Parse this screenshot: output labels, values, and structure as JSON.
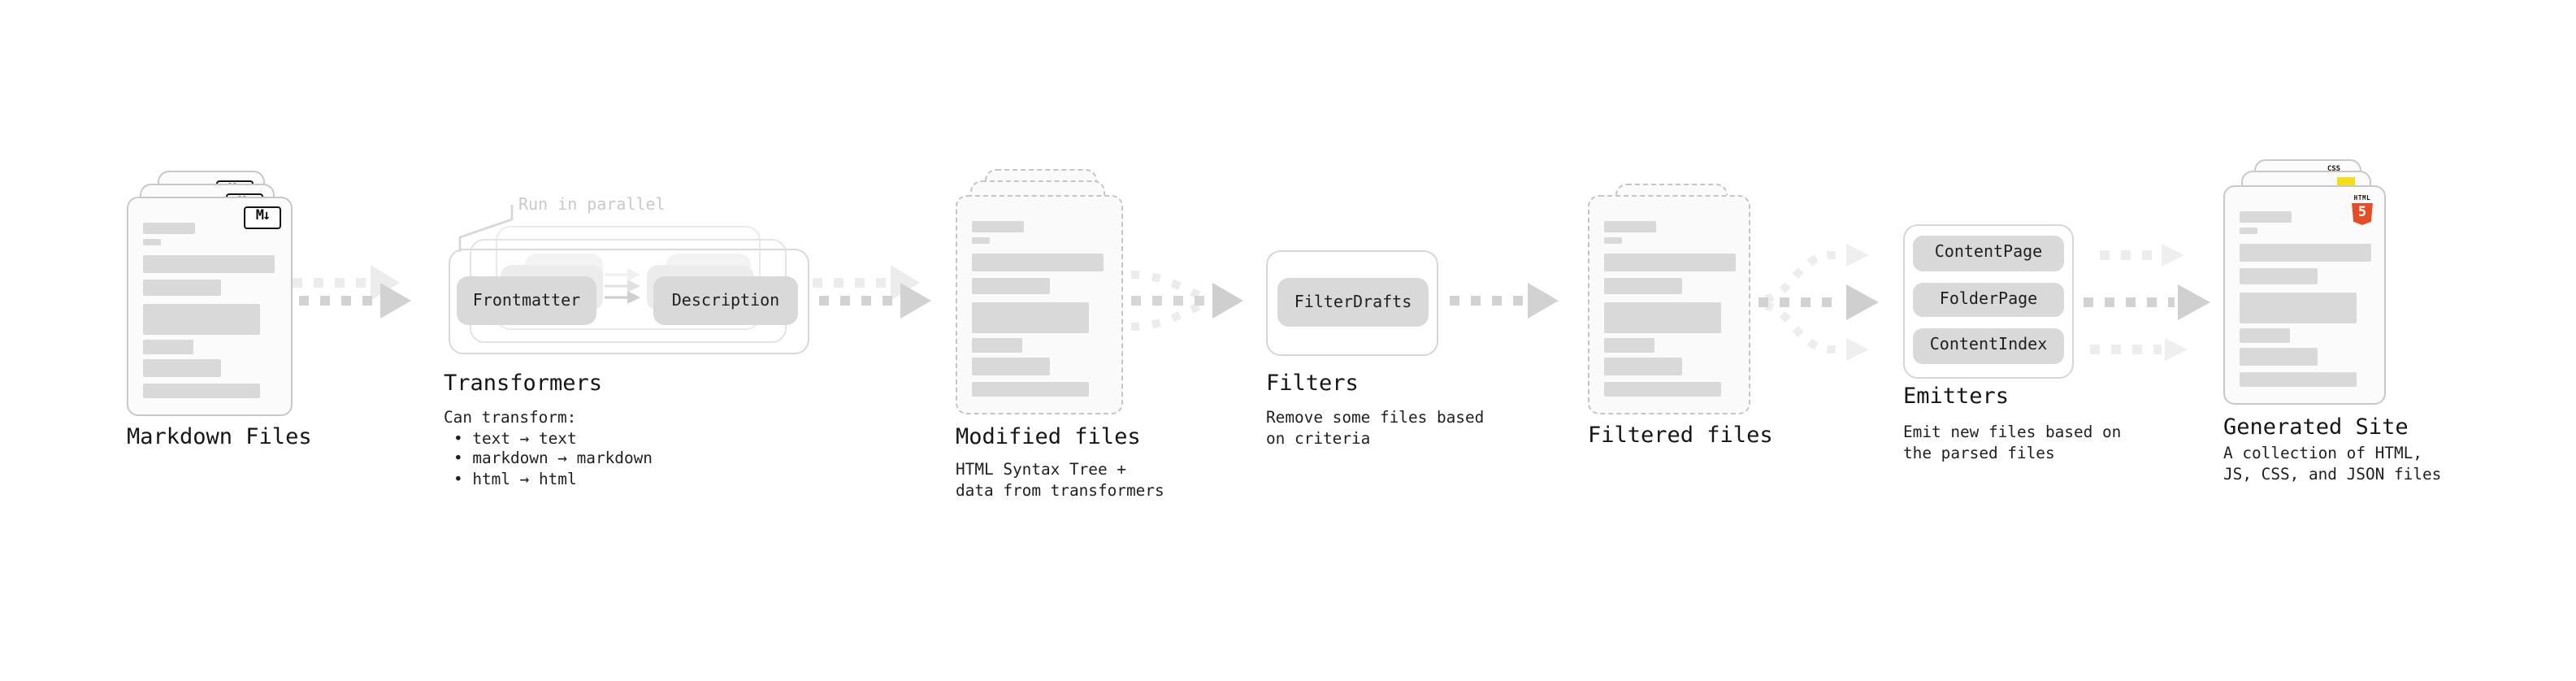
{
  "pipeline": {
    "markdown_files": {
      "label": "Markdown Files",
      "file_badge": "M↓"
    },
    "transformers": {
      "heading": "Transformers",
      "annotation": "Run in parallel",
      "button_left": "Frontmatter",
      "button_right": "Description",
      "sub_heading": "Can transform:",
      "bullets": [
        "• text → text",
        "• markdown → markdown",
        "• html → html"
      ]
    },
    "modified_files": {
      "label": "Modified files",
      "sub1": "HTML Syntax Tree +",
      "sub2": "data from transformers"
    },
    "filters": {
      "heading": "Filters",
      "button": "FilterDrafts",
      "sub1": "Remove some files based",
      "sub2": "on criteria"
    },
    "filtered_files": {
      "label": "Filtered files"
    },
    "emitters": {
      "heading": "Emitters",
      "buttons": [
        "ContentPage",
        "FolderPage",
        "ContentIndex"
      ],
      "sub1": "Emit new files based on",
      "sub2": "the parsed files"
    },
    "generated_site": {
      "label": "Generated Site",
      "sub1": "A collection of HTML,",
      "sub2": "JS, CSS, and JSON files",
      "css_badge": "CSS",
      "html_badge_label": "HTML",
      "html_badge_number": "5"
    }
  },
  "colors": {
    "arrow": "#d2d2d2",
    "arrow_light": "#ededed",
    "card_border": "#c8c8c8",
    "placeholder_bar": "#d9d9d9",
    "button_fill": "#d9d9d9",
    "annotation_gray": "#c9c9c9",
    "html5_orange": "#e44d26",
    "js_yellow": "#f5de19",
    "css_blue": "#2965f1"
  }
}
